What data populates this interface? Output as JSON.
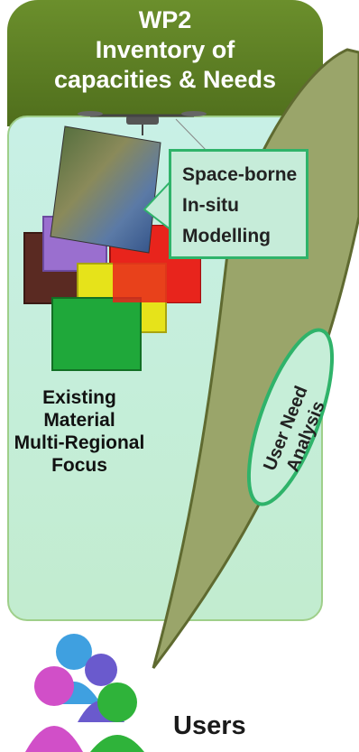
{
  "header": {
    "line1": "WP2",
    "line2": "Inventory of",
    "line3": "capacities & Needs"
  },
  "callout": {
    "items": [
      "Space-borne",
      "In-situ",
      "Modelling"
    ]
  },
  "focus": {
    "line1": "Existing Material",
    "line2": "Multi-Regional",
    "line3": "Focus"
  },
  "analysis": {
    "line1": "User Need",
    "line2": "Analysis"
  },
  "users": {
    "label": "Users"
  },
  "colors": {
    "header": "#5a7d22",
    "panel": "#c6eedc",
    "callout_border": "#2fb36a",
    "speech_bubble": "#9aa56a"
  }
}
